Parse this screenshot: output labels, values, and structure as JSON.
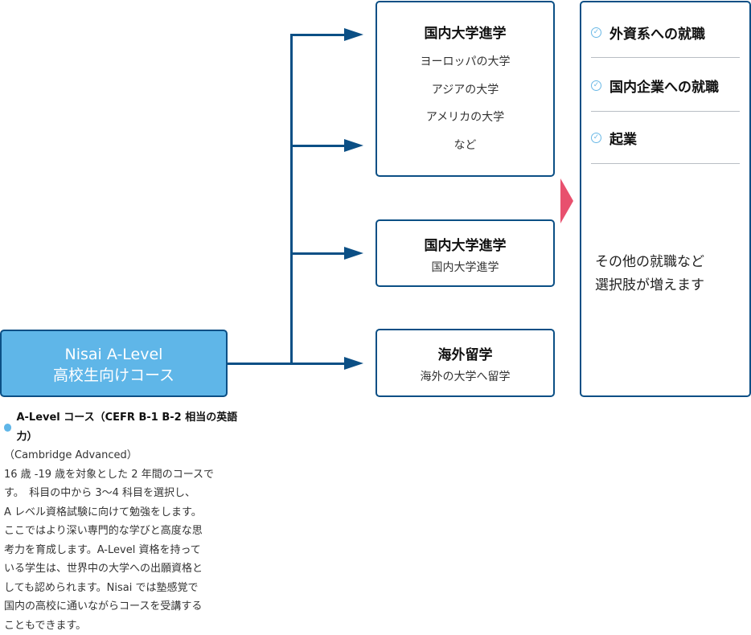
{
  "main": {
    "line1": "Nisai A-Level",
    "line2": "高校生向けコース"
  },
  "box1": {
    "title": "国内大学進学",
    "items": [
      "ヨーロッパの大学",
      "アジアの大学",
      "アメリカの大学",
      "など"
    ]
  },
  "box2": {
    "title": "国内大学進学",
    "sub": "国内大学進学"
  },
  "box3": {
    "title": "海外留学",
    "sub": "海外の大学へ留学"
  },
  "careers": {
    "items": [
      "外資系への就職",
      "国内企業への就職",
      "起業"
    ],
    "note1": "その他の就職など",
    "note2": "選択肢が増えます"
  },
  "description": {
    "heading": "A-Level コース（CEFR B-1 B-2 相当の英語力）",
    "lines": [
      "（Cambridge Advanced）",
      "16 歳 -19 歳を対象とした 2 年間のコースで",
      "す。　科目の中から 3〜4 科目を選択し、",
      "A レベル資格試験に向けて勉強をします。",
      "ここではより深い専門的な学びと高度な思",
      "考力を育成します。A-Level 資格を持って",
      "いる学生は、世界中の大学への出願資格と",
      "しても認められます。Nisai では塾感覚で",
      "国内の高校に通いながらコースを受講する",
      "こともできます。"
    ]
  },
  "colors": {
    "navy": "#0b4f85",
    "sky": "#5fb6e8",
    "pink": "#e8506e"
  }
}
